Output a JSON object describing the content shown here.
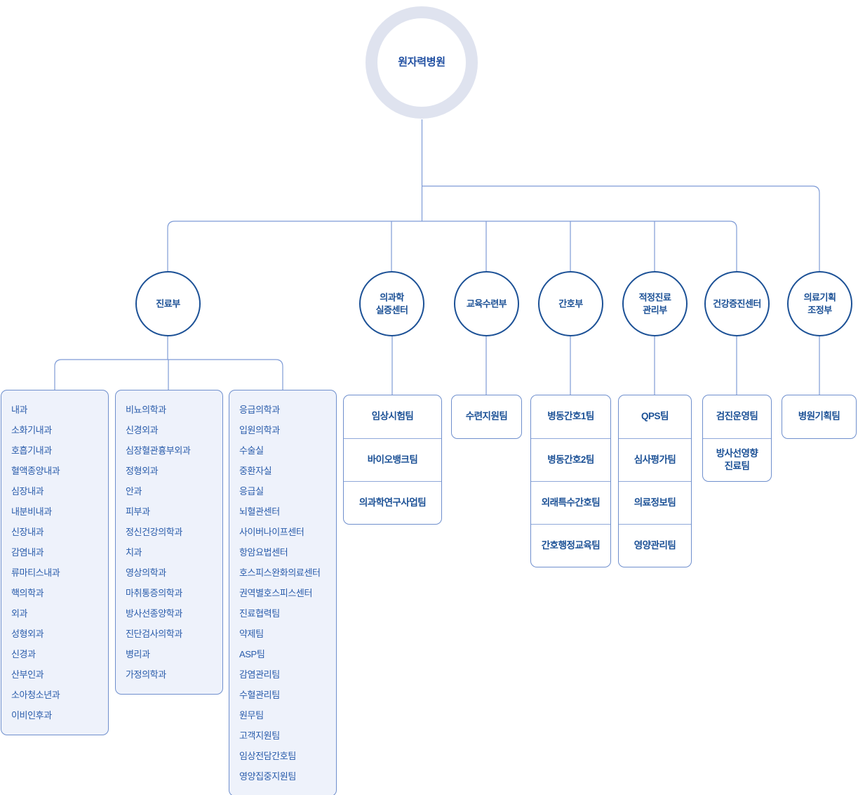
{
  "root": {
    "label": "원자력병원"
  },
  "departments": [
    {
      "id": "medical-care",
      "label": "진료부"
    },
    {
      "id": "medical-science",
      "label": "의과학\n실증센터"
    },
    {
      "id": "education-training",
      "label": "교육수련부"
    },
    {
      "id": "nursing",
      "label": "간호부"
    },
    {
      "id": "quality-management",
      "label": "적정진료\n관리부"
    },
    {
      "id": "health-promotion",
      "label": "건강증진센터"
    },
    {
      "id": "medical-planning",
      "label": "의료기획\n조정부"
    }
  ],
  "medical_care_columns": [
    {
      "id": "column-1",
      "items": [
        "내과",
        "소화기내과",
        "호흡기내과",
        "혈액종양내과",
        "심장내과",
        "내분비내과",
        "신장내과",
        "감염내과",
        "류마티스내과",
        "핵의학과",
        "외과",
        "성형외과",
        "신경과",
        "산부인과",
        "소아청소년과",
        "이비인후과"
      ]
    },
    {
      "id": "column-2",
      "items": [
        "비뇨의학과",
        "신경외과",
        "심장혈관흉부외과",
        "정형외과",
        "안과",
        "피부과",
        "정신건강의학과",
        "치과",
        "영상의학과",
        "마취통증의학과",
        "방사선종양학과",
        "진단검사의학과",
        "병리과",
        "가정의학과"
      ]
    },
    {
      "id": "column-3",
      "items": [
        "응급의학과",
        "입원의학과",
        "수술실",
        "중환자실",
        "응급실",
        "뇌혈관센터",
        "사이버나이프센터",
        "항암요법센터",
        "호스피스완화의료센터",
        "권역별호스피스센터",
        "진료협력팀",
        "약제팀",
        "ASP팀",
        "감염관리팀",
        "수혈관리팀",
        "원무팀",
        "고객지원팀",
        "임상전담간호팀",
        "영양집중지원팀"
      ]
    }
  ],
  "team_groups": [
    {
      "id": "medical-science-teams",
      "parent": "의과학실증센터",
      "items": [
        "임상시험팀",
        "바이오뱅크팀",
        "의과학연구사업팀"
      ]
    },
    {
      "id": "education-training-teams",
      "parent": "교육수련부",
      "items": [
        "수련지원팀"
      ]
    },
    {
      "id": "nursing-teams",
      "parent": "간호부",
      "items": [
        "병동간호1팀",
        "병동간호2팀",
        "외래특수간호팀",
        "간호행정교육팀"
      ]
    },
    {
      "id": "quality-management-teams",
      "parent": "적정진료관리부",
      "items": [
        "QPS팀",
        "심사평가팀",
        "의료정보팀",
        "영양관리팀"
      ]
    },
    {
      "id": "health-promotion-teams",
      "parent": "건강증진센터",
      "items": [
        "검진운영팀",
        "방사선영향\n진료팀"
      ]
    },
    {
      "id": "medical-planning-teams",
      "parent": "의료기획조정부",
      "items": [
        "병원기획팀"
      ]
    }
  ],
  "colors": {
    "root_ring": "#dfe3ef",
    "root_text": "#1f4ea1",
    "circle_border": "#1c5196",
    "circle_text": "#1c5196",
    "box_border": "#6f8fcd",
    "list_fill": "#eef2fb",
    "list_text": "#2a5cab",
    "connector": "#7e9bd6",
    "background": "#ffffff"
  }
}
